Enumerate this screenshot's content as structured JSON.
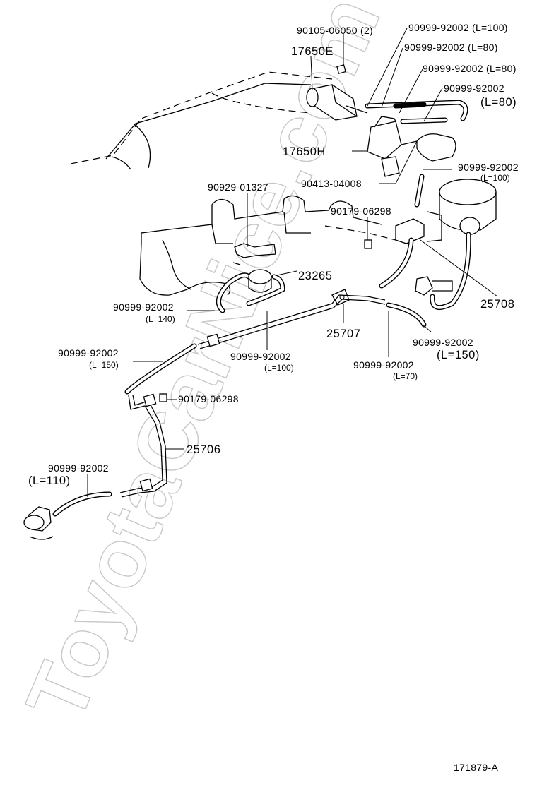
{
  "watermark": "ToyotaCarNice.com",
  "figure_code": "171879-A",
  "callouts": {
    "p90105": "90105-06050 (2)",
    "p17650E": "17650E",
    "p90999_L100_top": "90999-92002 (L=100)",
    "p90999_L80_a": "90999-92002 (L=80)",
    "p90999_L80_b": "90999-92002 (L=80)",
    "p90999_L80_c": "90999-92002",
    "p90999_L80_c_len": "(L=80)",
    "p17650H": "17650H",
    "p90413": "90413-04008",
    "p90999_L100_right": "90999-92002",
    "p90999_L100_right_len": "(L=100)",
    "p90929": "90929-01327",
    "p90179_top": "90179-06298",
    "p23265": "23265",
    "p25708": "25708",
    "p90999_L140": "90999-92002",
    "p90999_L140_len": "(L=140)",
    "p25707": "25707",
    "p90999_L150_right": "90999-92002",
    "p90999_L150_right_len": "(L=150)",
    "p90999_L150_left": "90999-92002",
    "p90999_L150_left_len": "(L=150)",
    "p90999_L100_mid": "90999-92002",
    "p90999_L100_mid_len": "(L=100)",
    "p90999_L70": "90999-92002",
    "p90999_L70_len": "(L=70)",
    "p90179_bottom": "90179-06298",
    "p25706": "25706",
    "p90999_L110": "90999-92002",
    "p90999_L110_len": "(L=110)"
  }
}
